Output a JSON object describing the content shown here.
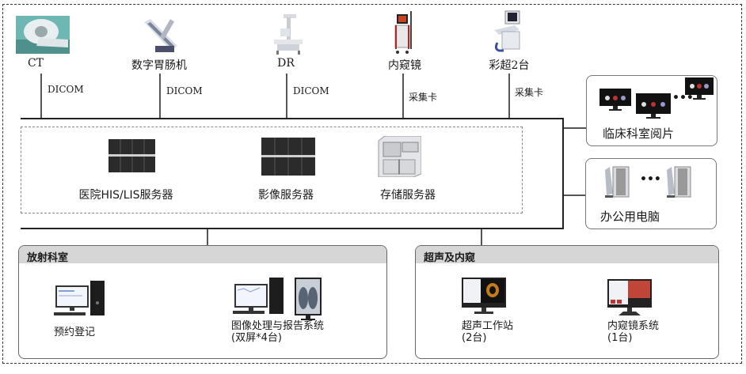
{
  "devices": [
    {
      "id": "ct",
      "label": "CT",
      "link": "DICOM",
      "icon": "ct-scanner-icon"
    },
    {
      "id": "gi",
      "label": "数字胃肠机",
      "link": "DICOM",
      "icon": "digital-gi-machine-icon"
    },
    {
      "id": "dr",
      "label": "DR",
      "link": "DICOM",
      "icon": "dr-xray-icon"
    },
    {
      "id": "endo",
      "label": "内窥镜",
      "link": "采集卡",
      "icon": "endoscope-cart-icon"
    },
    {
      "id": "us",
      "label": "彩超2台",
      "link": "采集卡",
      "icon": "ultrasound-machine-icon"
    }
  ],
  "servers": [
    {
      "label": "医院HIS/LIS服务器",
      "icon": "rack-server-icon"
    },
    {
      "label": "影像服务器",
      "icon": "rack-server-icon"
    },
    {
      "label": "存储服务器",
      "icon": "tower-server-icon"
    }
  ],
  "side": {
    "clinical": {
      "label": "临床科室阅片",
      "ellipsis": "•••"
    },
    "office": {
      "label": "办公用电脑",
      "ellipsis": "•••"
    }
  },
  "departments": {
    "radiology": {
      "title": "放射科室",
      "items": [
        {
          "line1": "预约登记",
          "line2": ""
        },
        {
          "line1": "图像处理与报告系统",
          "line2": "(双屏*4台)"
        }
      ]
    },
    "us_endo": {
      "title": "超声及内窥",
      "items": [
        {
          "line1": "超声工作站",
          "line2": "(2台)"
        },
        {
          "line1": "内窥镜系统",
          "line2": "(1台)"
        }
      ]
    }
  }
}
